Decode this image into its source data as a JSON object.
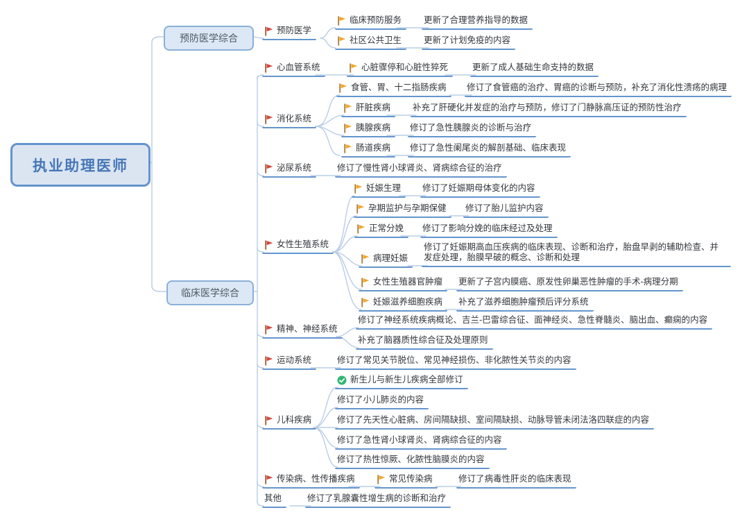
{
  "root": {
    "label": "执业助理医师"
  },
  "branches": {
    "prevention": {
      "label": "预防医学综合",
      "topic": {
        "label": "预防医学"
      },
      "children": [
        {
          "label": "临床预防服务",
          "detail": "更新了合理营养指导的数据"
        },
        {
          "label": "社区公共卫生",
          "detail": "更新了计划免疫的内容"
        }
      ]
    },
    "clinical": {
      "label": "临床医学综合",
      "topics": [
        {
          "label": "心血管系统",
          "children": [
            {
              "label": "心脏骤停和心脏性猝死",
              "detail": "更新了成人基础生命支持的数据"
            }
          ]
        },
        {
          "label": "消化系统",
          "children": [
            {
              "label": "食管、胃、十二指肠疾病",
              "detail": "修订了食管癌的治疗、胃癌的诊断与预防，补充了消化性溃疡的病理"
            },
            {
              "label": "肝脏疾病",
              "detail": "补充了肝硬化并发症的治疗与预防，修订了门静脉高压证的预防性治疗"
            },
            {
              "label": "胰腺疾病",
              "detail": "修订了急性胰腺炎的诊断与治疗"
            },
            {
              "label": "肠道疾病",
              "detail": "修订了急性阑尾炎的解剖基础、临床表现"
            }
          ]
        },
        {
          "label": "泌尿系统",
          "detail": "修订了慢性肾小球肾炎、肾病综合征的治疗"
        },
        {
          "label": "女性生殖系统",
          "children": [
            {
              "label": "妊娠生理",
              "detail": "修订了妊娠期母体变化的内容"
            },
            {
              "label": "孕期监护与孕期保健",
              "detail": "修订了胎儿监护内容"
            },
            {
              "label": "正常分娩",
              "detail": "修订了影响分娩的临床经过及处理"
            },
            {
              "label": "病理妊娠",
              "detail": "修订了妊娠期高血压疾病的临床表现、诊断和治疗，胎盘早剥的辅助检查、并发症处理，胎膜早破的概念、诊断和处理"
            },
            {
              "label": "女性生殖器官肿瘤",
              "detail": "更新了子宫内膜癌、原发性卵巢恶性肿瘤的手术-病理分期"
            },
            {
              "label": "妊娠滋养细胞疾病",
              "detail": "补充了滋养细胞肿瘤预后评分系统"
            }
          ]
        },
        {
          "label": "精神、神经系统",
          "notes": [
            "修订了神经系统疾病概论、吉兰-巴雷综合征、面神经炎、急性脊髓炎、脑出血、癫痫的内容",
            "补充了脑器质性综合征及处理原则"
          ]
        },
        {
          "label": "运动系统",
          "detail": "修订了常见关节脱位、常见神经损伤、非化脓性关节炎的内容"
        },
        {
          "label": "儿科疾病",
          "notes": [
            "新生儿与新生儿疾病全部修订",
            "修订了小儿肺炎的内容",
            "修订了先天性心脏病、房间隔缺损、室间隔缺损、动脉导管未闭法洛四联症的内容",
            "修订了急性肾小球肾炎、肾病综合征的内容",
            "修订了热性惊厥、化脓性脑膜炎的内容"
          ]
        },
        {
          "label": "传染病、性传播疾病",
          "children": [
            {
              "label": "常见传染病",
              "detail": "修订了病毒性肝炎的临床表现"
            }
          ]
        },
        {
          "label": "其他",
          "detail": "修订了乳腺囊性增生病的诊断和治疗"
        }
      ]
    }
  },
  "colors": {
    "underline": "#6495cd",
    "connector": "#b9cde6",
    "red_flag": "#d8453a",
    "yellow_flag": "#f2a72e",
    "green_check": "#2eb872",
    "root_fill": "#dbe5f1",
    "root_border": "#6593cc",
    "root_text": "#4677b8"
  }
}
